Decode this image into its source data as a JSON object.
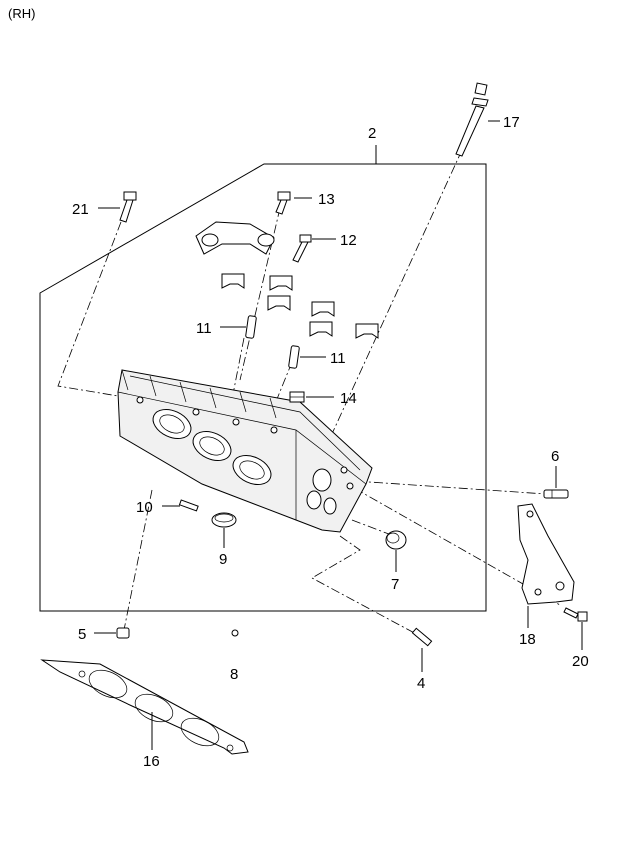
{
  "header": {
    "side_label": "(RH)"
  },
  "callouts": {
    "c2": "2",
    "c4": "4",
    "c5": "5",
    "c6": "6",
    "c7": "7",
    "c8": "8",
    "c9": "9",
    "c10": "10",
    "c11a": "11",
    "c11b": "11",
    "c12": "12",
    "c13": "13",
    "c14": "14",
    "c16": "16",
    "c17": "17",
    "c18": "18",
    "c20": "20",
    "c21": "21"
  }
}
